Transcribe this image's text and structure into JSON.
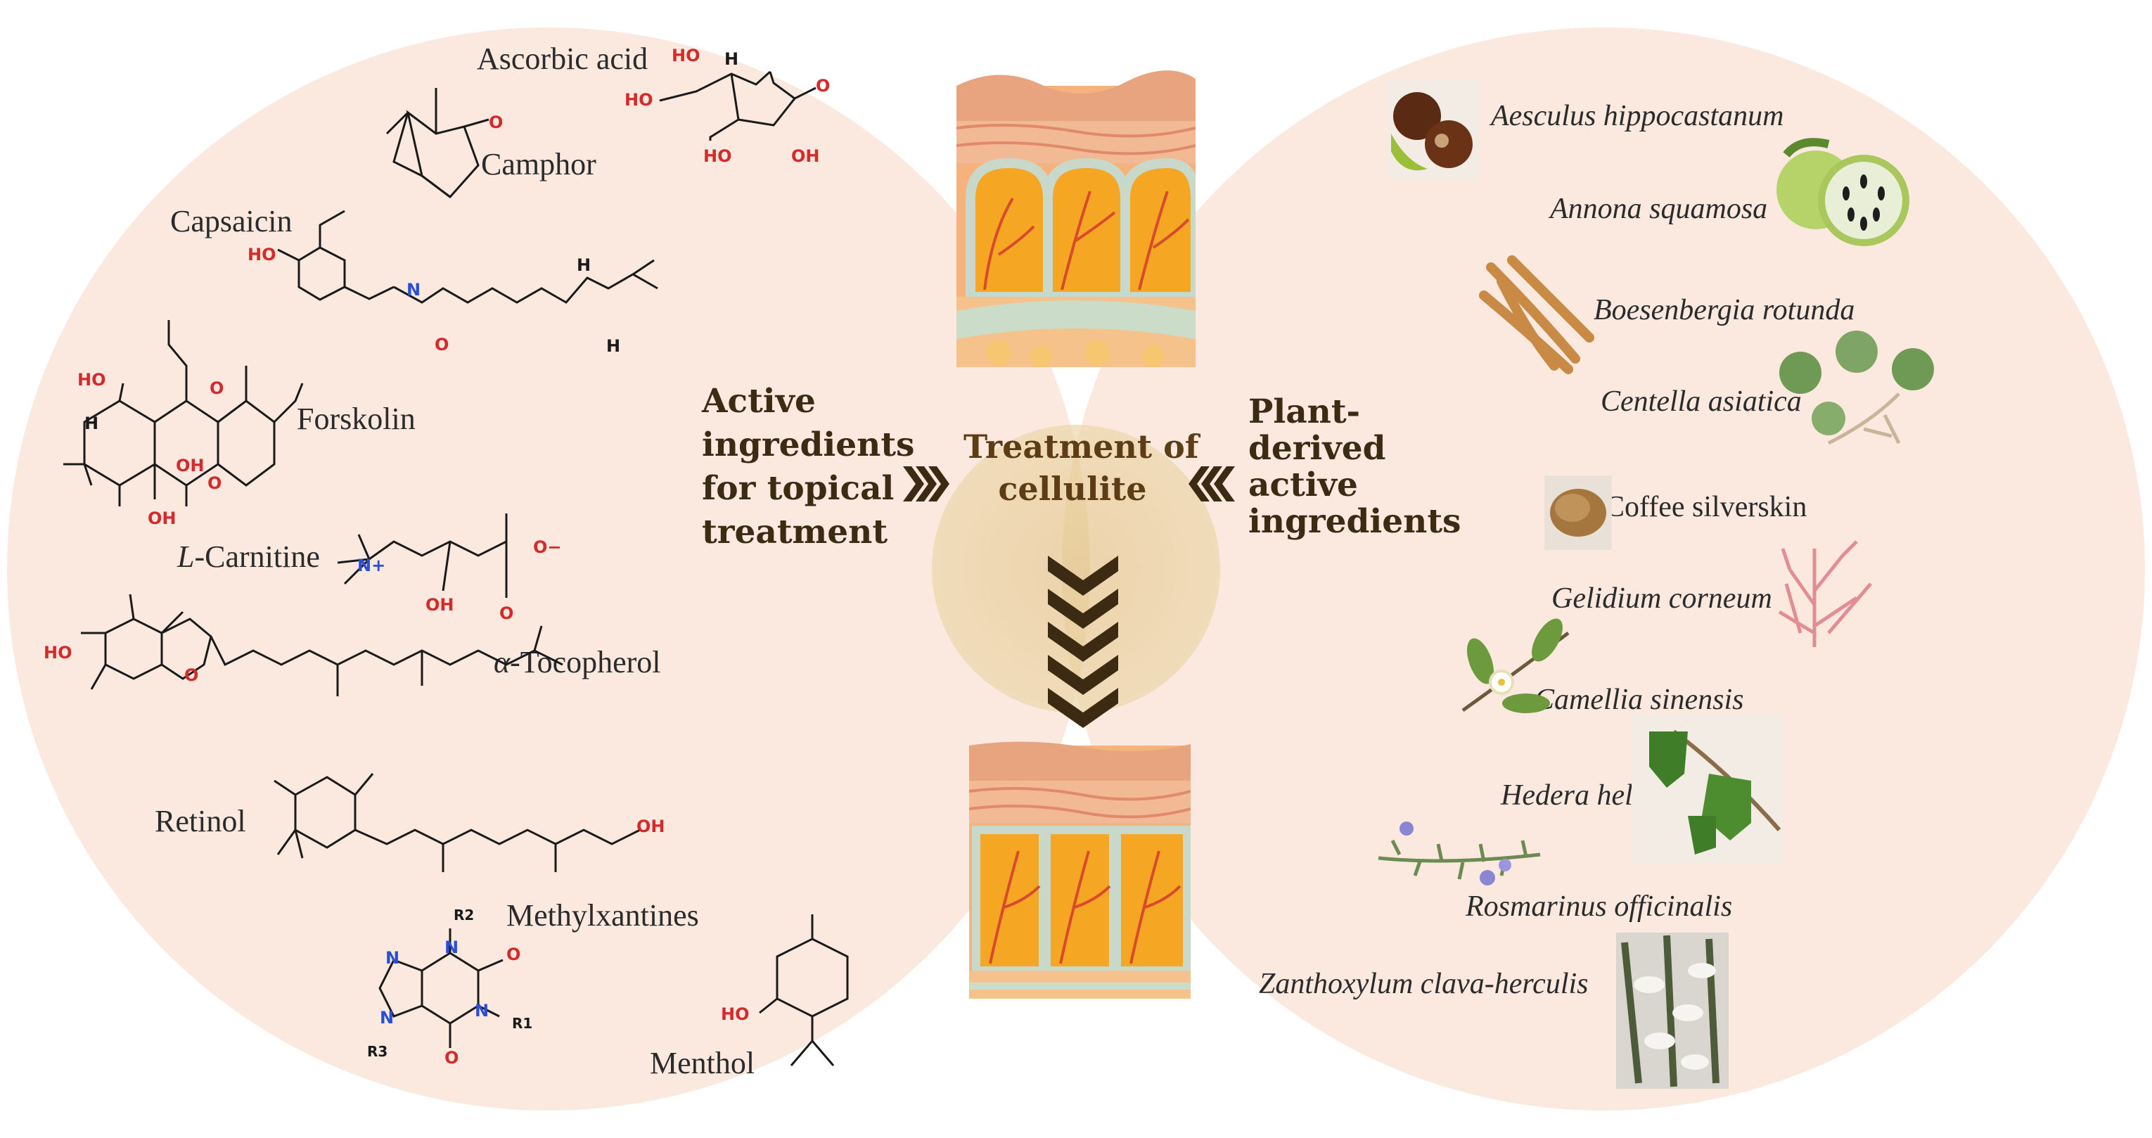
{
  "left_heading": [
    "Active",
    "ingredients",
    "for topical",
    "treatment"
  ],
  "right_heading": [
    "Plant-",
    "derived",
    "active",
    "ingredients"
  ],
  "center_heading": [
    "Treatment of",
    "cellulite"
  ],
  "compounds": {
    "ascorbic_acid": "Ascorbic acid",
    "camphor": "Camphor",
    "capsaicin": "Capsaicin",
    "forskolin": "Forskolin",
    "carnitine_prefix": "L",
    "carnitine": "-Carnitine",
    "tocopherol_prefix": "α",
    "tocopherol": "-Tocopherol",
    "retinol": "Retinol",
    "methylxantines": "Methylxantines",
    "menthol": "Menthol"
  },
  "plants": {
    "p1": "Aesculus hippocastanum",
    "p2": "Annona squamosa",
    "p3": "Boesenbergia rotunda",
    "p4": "Centella asiatica",
    "p5": "Coffee silverskin",
    "p6": "Gelidium corneum",
    "p7": "Camellia sinensis",
    "p8": "Hedera helix",
    "p9": "Rosmarinus officinalis",
    "p10": "Zanthoxylum clava-herculis"
  },
  "atom_labels": {
    "HO": "HO",
    "OH": "OH",
    "O": "O",
    "H": "H",
    "N": "N",
    "N_plus": "N+",
    "O_minus": "O−",
    "R1": "R1",
    "R2": "R2",
    "R3": "R3"
  },
  "colors": {
    "left_circle": "#fbe9df",
    "right_circle": "#fbe9df",
    "overlap": "#efd9b0",
    "center_glow": "#e8cd9a",
    "heading_dark": "#3d2a12",
    "heading_center": "#5c3d16",
    "oxygen_red": "#d62a2a",
    "nitrogen_blue": "#2a4fd6"
  }
}
